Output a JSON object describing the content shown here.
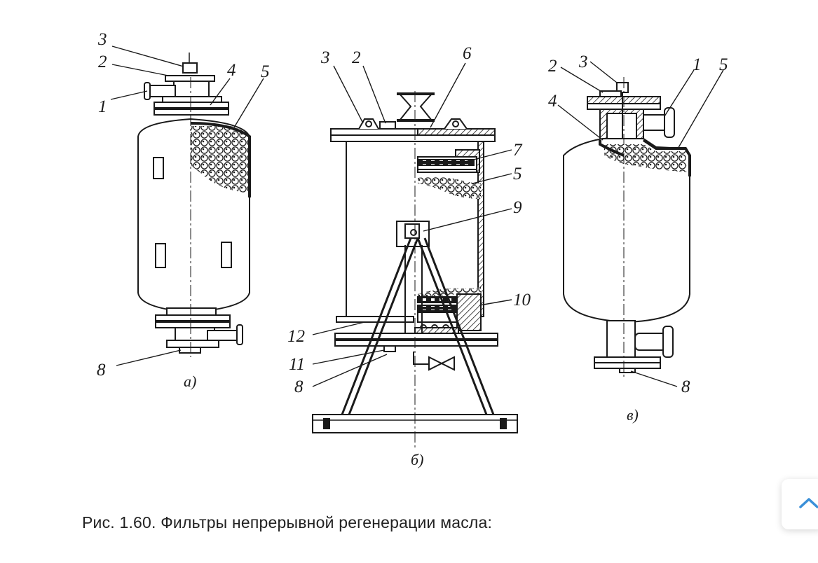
{
  "figure": {
    "caption": "Рис. 1.60. Фильтры непрерывной регенерации масла:",
    "subfigures": [
      {
        "id": "a",
        "label": "а)",
        "callouts": [
          "3",
          "2",
          "1",
          "4",
          "5",
          "8"
        ]
      },
      {
        "id": "b",
        "label": "б)",
        "callouts": [
          "3",
          "2",
          "6",
          "7",
          "5",
          "9",
          "10",
          "12",
          "11",
          "8"
        ]
      },
      {
        "id": "c",
        "label": "в)",
        "callouts": [
          "2",
          "3",
          "1",
          "5",
          "4",
          "8"
        ]
      }
    ]
  },
  "ui": {
    "scroll_top_icon": "chevron-up-icon",
    "accent_color": "#3a8fd8"
  },
  "colors": {
    "ink": "#1a1a1a",
    "background": "#ffffff"
  }
}
